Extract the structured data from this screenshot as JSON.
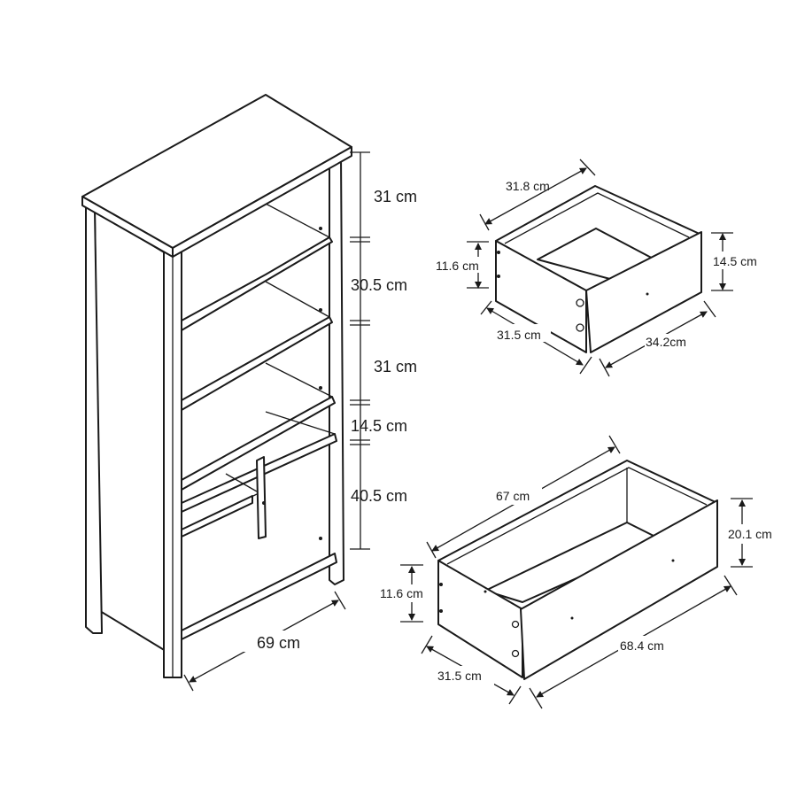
{
  "bookcase": {
    "heights": [
      "31 cm",
      "30.5 cm",
      "31 cm",
      "14.5 cm",
      "40.5 cm"
    ],
    "width": "69 cm"
  },
  "small_drawer": {
    "depth_top": "31.8 cm",
    "side_height": "11.6 cm",
    "front_height": "14.5 cm",
    "depth_bottom": "31.5 cm",
    "front_width": "34.2cm"
  },
  "large_drawer": {
    "length_top": "67 cm",
    "side_height": "11.6 cm",
    "front_height": "20.1 cm",
    "depth_bottom": "31.5 cm",
    "front_width": "68.4 cm"
  },
  "colors": {
    "line": "#1a1a1a",
    "background": "#ffffff"
  }
}
